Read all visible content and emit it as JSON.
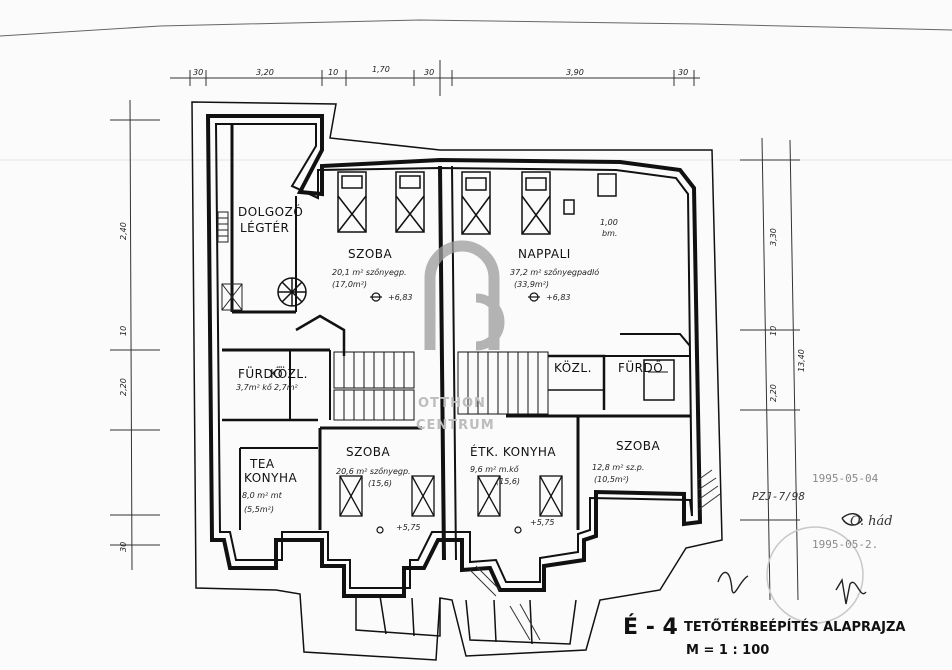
{
  "drawing": {
    "code": "É - 4",
    "title": "TETŐTÉRBEÉPÍTÉS ALAPRAJZA",
    "scale": "M = 1 : 100"
  },
  "rooms": {
    "dolgozo": "DOLGOZÓ",
    "legter": "LÉGTÉR",
    "szoba_top": "SZOBA",
    "nappali": "NAPPALI",
    "furdo_left": "FÜRDŐ",
    "kozl_left": "KÖZL.",
    "kozl_right": "KÖZL.",
    "furdo_right": "FÜRDŐ",
    "szoba_mid": "SZOBA",
    "etk_konyha": "ÉTK. KONYHA",
    "szoba_right": "SZOBA",
    "tea": "TEA",
    "konyha": "KONYHA"
  },
  "notes": {
    "szoba_top_area": "20,1 m² szőnyegp.",
    "szoba_top_area2": "(17,0m²)",
    "szoba_top_level": "+6,83",
    "nappali_area": "37,2 m² szőnyegpadló",
    "nappali_area2": "(33,9m²)",
    "nappali_level": "+6,83",
    "nappali_note": "1,00",
    "nappali_note2": "bm.",
    "furdo_left_area": "3,7m² kő",
    "kozl_left_area": "2,7m²",
    "szoba_mid_area": "20,6 m² szőnyegp.",
    "szoba_mid_area2": "(15,6)",
    "szoba_mid_level": "+5,75",
    "etk_area": "9,6 m² m.kő",
    "etk_area2": "(15,6)",
    "etk_level": "+5,75",
    "szoba_right_area": "12,8 m² sz.p.",
    "szoba_right_area2": "(10,5m²)",
    "konyha_area": "8,0 m² mt",
    "konyha_area2": "(5,5m²)"
  },
  "dimensions_top": [
    "30",
    "3,20",
    "10",
    "1,70",
    "30",
    "3,90",
    "30"
  ],
  "dimensions_right": [
    "3,30",
    "10",
    "2,20",
    "13,40"
  ],
  "dimensions_left": [
    "2,40",
    "10",
    "2,20",
    "30"
  ],
  "stamps": {
    "date1": "1995-05-04",
    "date2": "1995-05-2.",
    "ref": "PZJ-7/98",
    "sign": "O. hád"
  },
  "watermark": {
    "logo": "OC",
    "line1": "OTTHON",
    "line2": "CENTRUM"
  }
}
